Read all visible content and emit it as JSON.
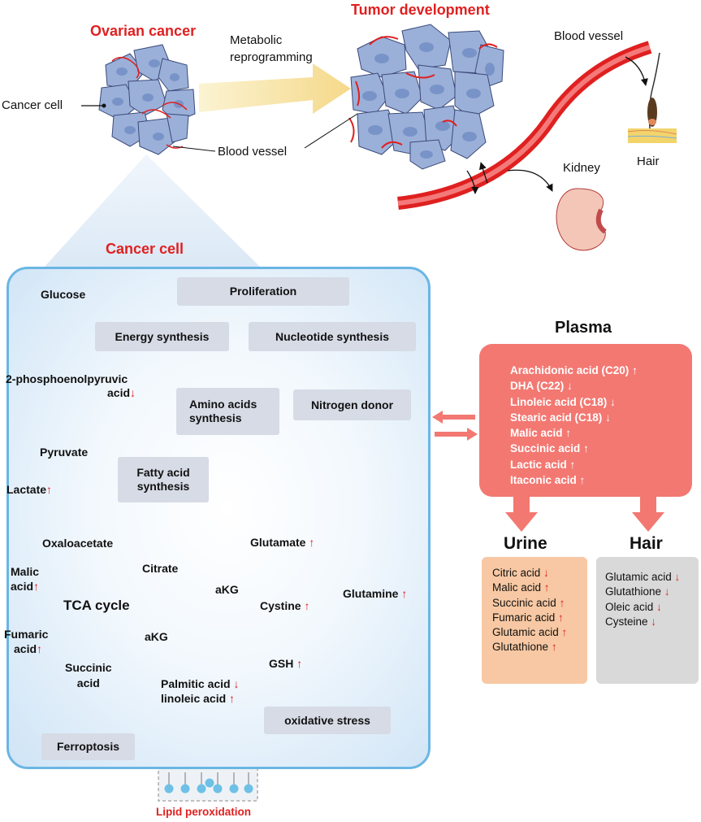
{
  "titles": {
    "ovarian_cancer": "Ovarian cancer",
    "tumor_development": "Tumor development",
    "cancer_cell": "Cancer cell"
  },
  "top": {
    "cancer_cell_label": "Cancer cell",
    "metabolic_line1": "Metabolic",
    "metabolic_line2": "reprogramming",
    "blood_vessel_center": "Blood vessel",
    "blood_vessel_right": "Blood vessel",
    "hair": "Hair",
    "kidney": "Kidney"
  },
  "pathway": {
    "glucose": "Glucose",
    "pep_line1": "2-phosphoenolpyruvic",
    "pep_line2": "acid",
    "pep_arrow": "↓",
    "pyruvate": "Pyruvate",
    "lactate": "Lactate",
    "lactate_arrow": "↑",
    "oxaloacetate": "Oxaloacetate",
    "citrate": "Citrate",
    "malic_line1": "Malic",
    "malic_line2": "acid",
    "malic_arrow": "↑",
    "tca": "TCA cycle",
    "fumaric_line1": "Fumaric",
    "fumaric_line2": "acid",
    "fumaric_arrow": "↑",
    "succinic_line1": "Succinic",
    "succinic_line2": "acid",
    "akg1": "aKG",
    "akg2": "aKG",
    "glutamate": "Glutamate",
    "glutamate_arrow": "↑",
    "glutamine": "Glutamine",
    "glutamine_arrow": "↑",
    "cystine": "Cystine",
    "cystine_arrow": "↑",
    "gsh": "GSH",
    "gsh_arrow": "↑",
    "palmitic": "Palmitic acid",
    "palmitic_arrow": "↓",
    "linoleic": "linoleic acid",
    "linoleic_arrow": "↑",
    "lipid_peroxidation": "Lipid peroxidation"
  },
  "boxes": {
    "proliferation": "Proliferation",
    "energy": "Energy synthesis",
    "nucleotide": "Nucleotide synthesis",
    "amino_line1": "Amino acids",
    "amino_line2": "synthesis",
    "nitrogen": "Nitrogen donor",
    "fatty_line1": "Fatty acid",
    "fatty_line2": "synthesis",
    "oxidative": "oxidative stress",
    "ferroptosis": "Ferroptosis"
  },
  "plasma": {
    "title": "Plasma",
    "items": [
      {
        "name": "Arachidonic acid (C20)",
        "dir": "↑"
      },
      {
        "name": "DHA (C22)",
        "dir": "↓"
      },
      {
        "name": "Linoleic acid (C18)",
        "dir": "↓"
      },
      {
        "name": "Stearic acid (C18)",
        "dir": "↓"
      },
      {
        "name": "Malic acid",
        "dir": "↑"
      },
      {
        "name": "Succinic acid",
        "dir": "↑"
      },
      {
        "name": "Lactic acid",
        "dir": "↑"
      },
      {
        "name": "Itaconic acid",
        "dir": "↑"
      }
    ]
  },
  "urine": {
    "title": "Urine",
    "items": [
      {
        "name": "Citric acid",
        "dir": "↓"
      },
      {
        "name": "Malic acid",
        "dir": "↑"
      },
      {
        "name": "Succinic acid",
        "dir": "↑"
      },
      {
        "name": "Fumaric acid",
        "dir": "↑"
      },
      {
        "name": "Glutamic acid",
        "dir": "↑"
      },
      {
        "name": "Glutathione",
        "dir": "↑"
      }
    ]
  },
  "hair": {
    "title": "Hair",
    "items": [
      {
        "name": "Glutamic acid",
        "dir": "↓"
      },
      {
        "name": "Glutathione",
        "dir": "↓"
      },
      {
        "name": "Oleic acid",
        "dir": "↓"
      },
      {
        "name": "Cysteine",
        "dir": "↓"
      }
    ]
  },
  "colors": {
    "accent_red": "#e02020",
    "plasma_bg": "#f37872",
    "urine_bg": "#f7c8a3",
    "hair_bg": "#d9d9d9",
    "cell_border": "#6ab6e3",
    "box_bg": "#d6dbe6"
  }
}
